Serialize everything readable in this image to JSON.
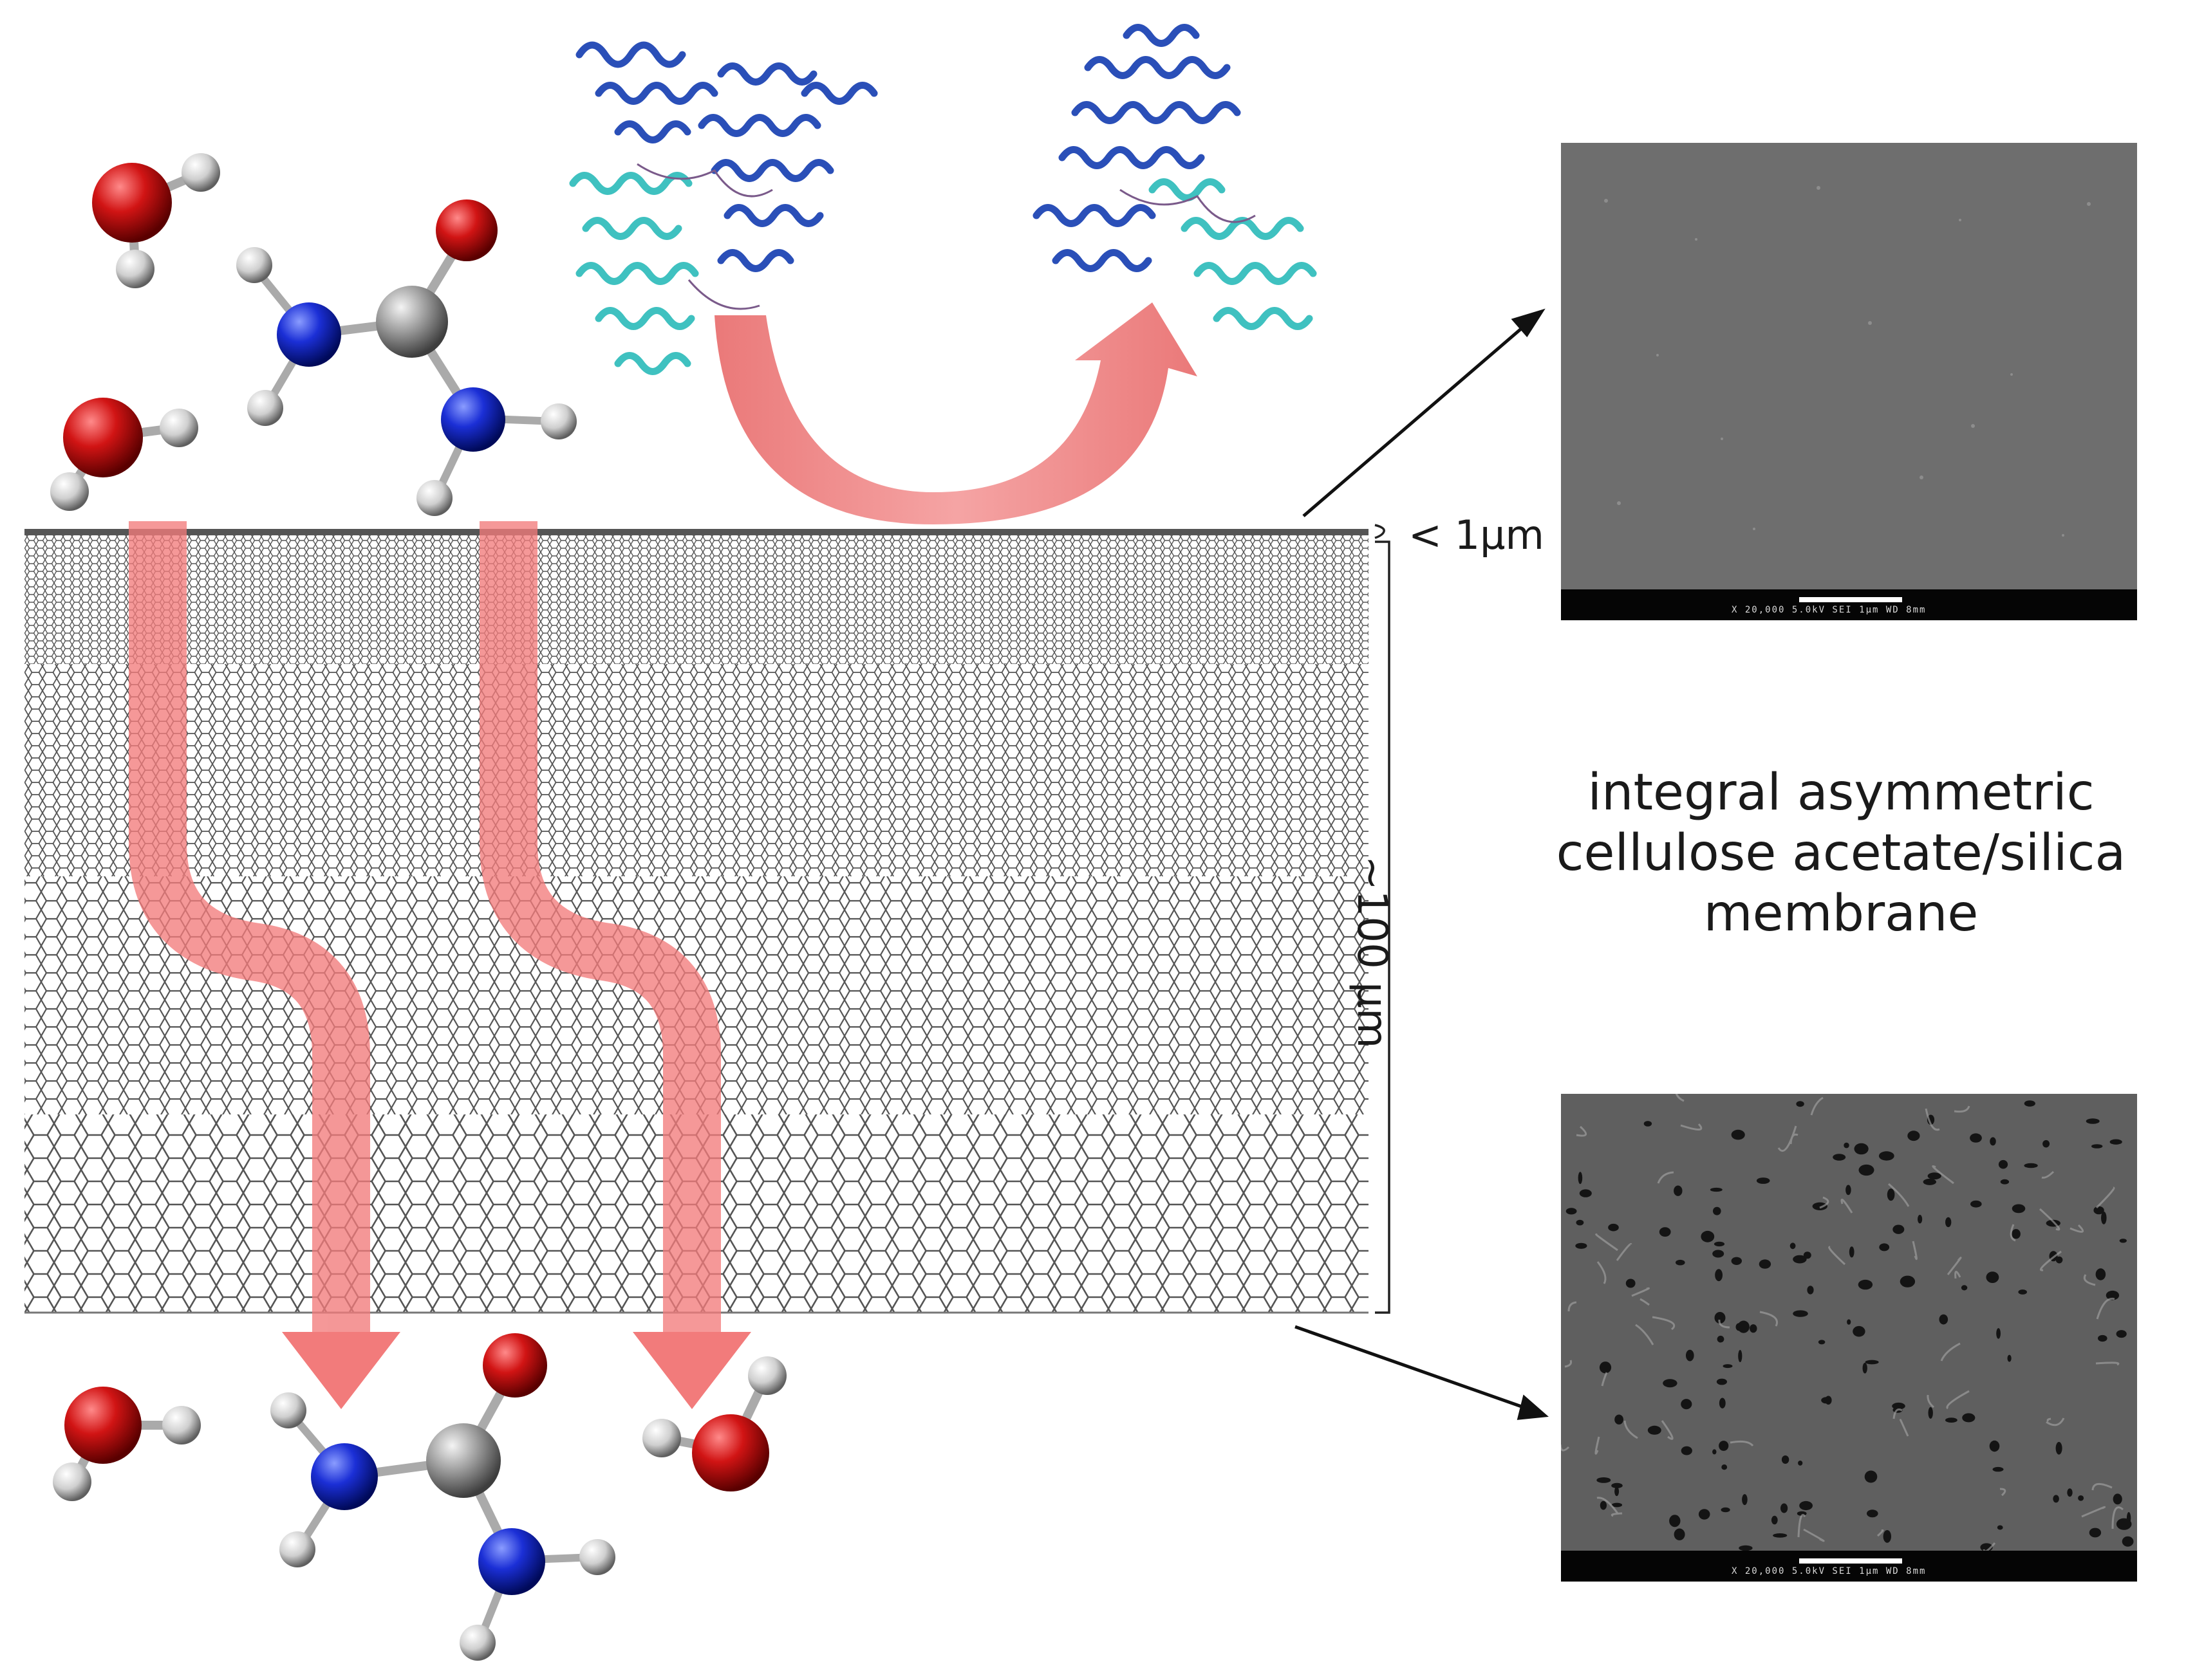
{
  "labels": {
    "top_layer_thickness": "< 1µm",
    "bulk_thickness": "~100 µm",
    "caption_lines": [
      "integral asymmetric",
      "cellulose acetate/silica",
      "membrane"
    ]
  },
  "atoms": {
    "oxygen": "O",
    "carbon": "C",
    "nitrogen": "N",
    "hydrogen": "H"
  },
  "sem_images": {
    "top": {
      "info_text": "X 20,000   5.0kV  SEI  1µm  WD 8mm"
    },
    "bottom": {
      "info_text": "X 20,000   5.0kV  SEI  1µm  WD 8mm"
    }
  },
  "colors": {
    "oxygen": "#d11414",
    "nitrogen": "#1b2fd6",
    "carbon": "#9a9a9a",
    "hydrogen": "#d9d9d9",
    "arrow_pink": "#f27b7b",
    "protein_dark": "#2a4fb8",
    "protein_light": "#3fc1c0",
    "membrane_line": "#555555",
    "sem_gray": "#6b6b6b"
  }
}
